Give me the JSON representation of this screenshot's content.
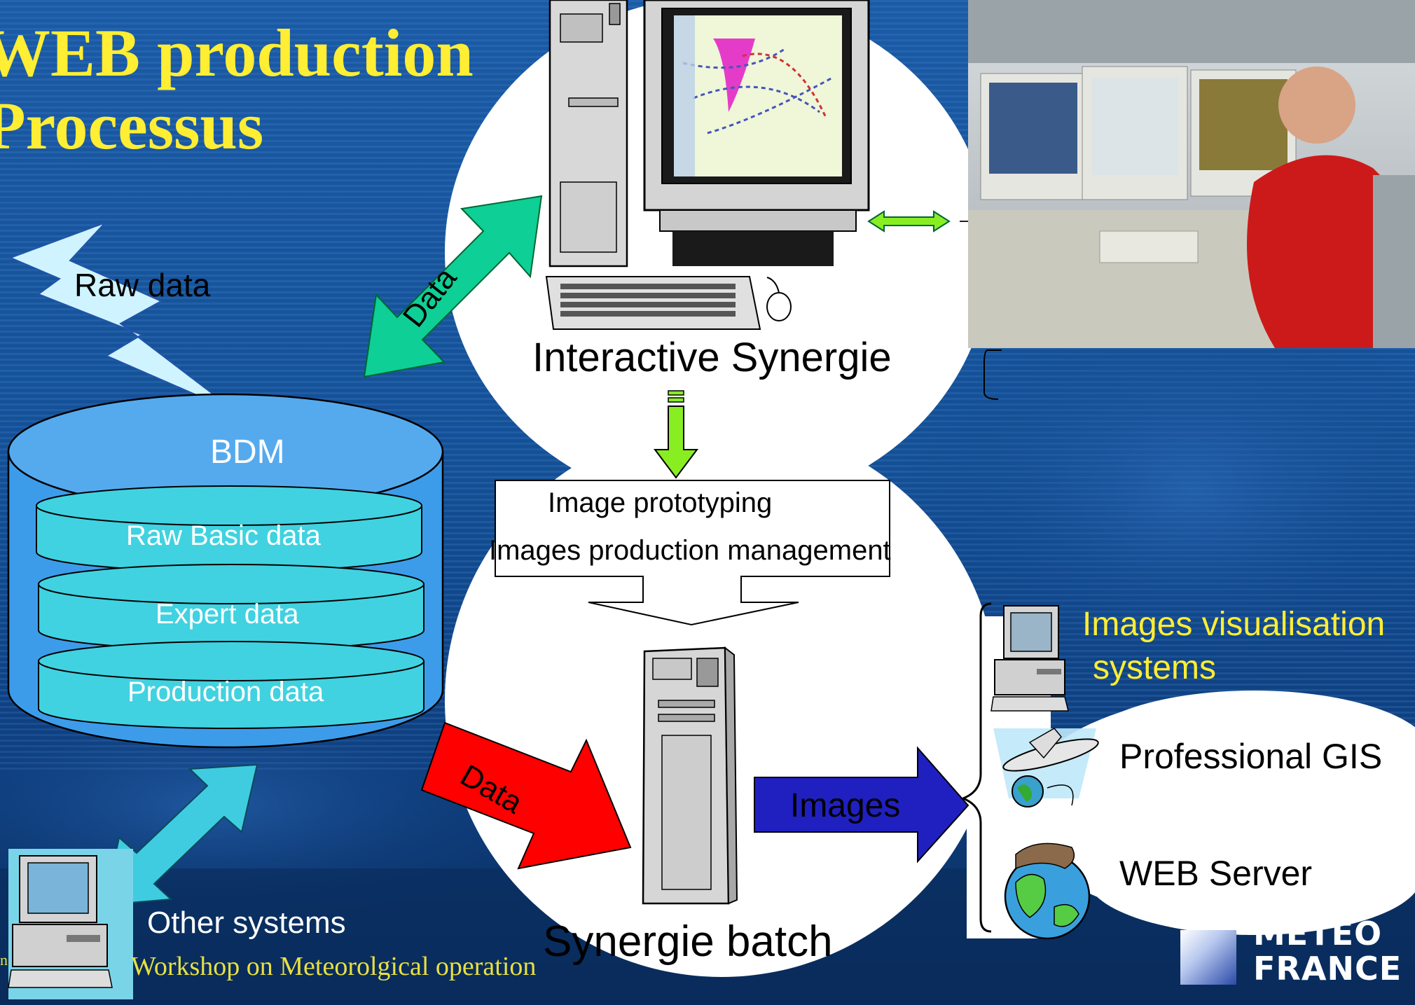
{
  "title": {
    "line1": "WEB production",
    "line2": "Processus"
  },
  "raw_data_label": "Raw data",
  "database": {
    "name": "BDM",
    "layers": [
      "Raw Basic data",
      "Expert data",
      "Production data"
    ]
  },
  "arrows": {
    "bdm_interactive": "Data",
    "bdm_batch": "Data",
    "batch_systems": "Images"
  },
  "interactive_label": "Interactive Synergie",
  "process_box": {
    "line1": "Image prototyping",
    "line2": "Images production management"
  },
  "batch_label": "Synergie batch",
  "visualisation": {
    "line1": "Images visualisation",
    "line2": "systems"
  },
  "targets": {
    "gis": "Professional GIS",
    "web": "WEB Server"
  },
  "other_systems": "Other systems",
  "footer": {
    "left_fragment": "n",
    "text": "Workshop on Meteorolgical operation"
  },
  "logo": {
    "line1": "METEO",
    "line2": "FRANCE"
  },
  "colors": {
    "background": "#0d3c7a",
    "title": "#ffee33",
    "db_outer": "#3d9cea",
    "db_layer": "#40d2e0",
    "data_arrow_green": "#0ecf95",
    "data_arrow_red": "#ff0000",
    "images_arrow": "#2020c0",
    "other_arrow": "#40cce0",
    "small_arrow": "#88ee22"
  }
}
